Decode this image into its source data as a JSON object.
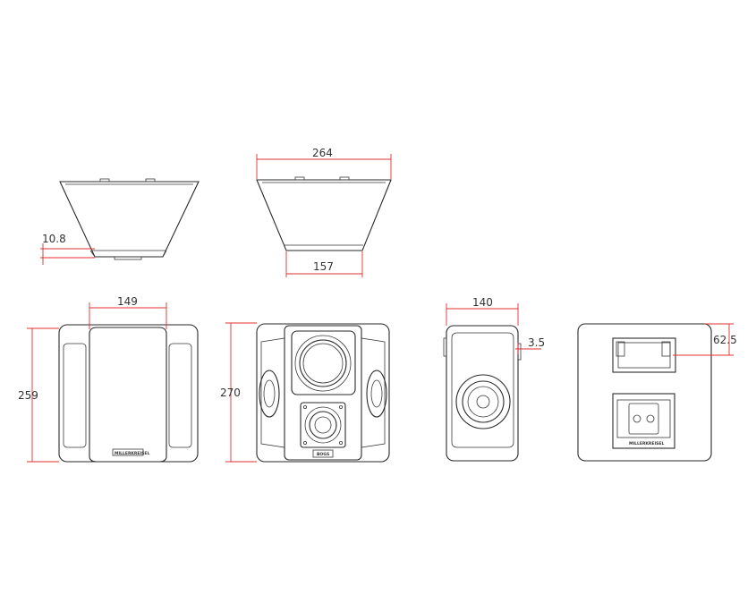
{
  "colors": {
    "outline": "#2a2a2a",
    "dimension": "#e0302c",
    "text": "#333333",
    "background": "#ffffff"
  },
  "dimensions": {
    "top_left_depth": "10.8",
    "top_width": "264",
    "top_base_width": "157",
    "front_width": "149",
    "front_height": "259",
    "grille_off_height": "270",
    "side_depth": "140",
    "side_offset": "3.5",
    "rear_bracket_offset": "62.5"
  },
  "brand_marks": {
    "front": "MILLERKREISEL",
    "drivers": "BOGS",
    "rear": "MILLERKREISEL"
  }
}
